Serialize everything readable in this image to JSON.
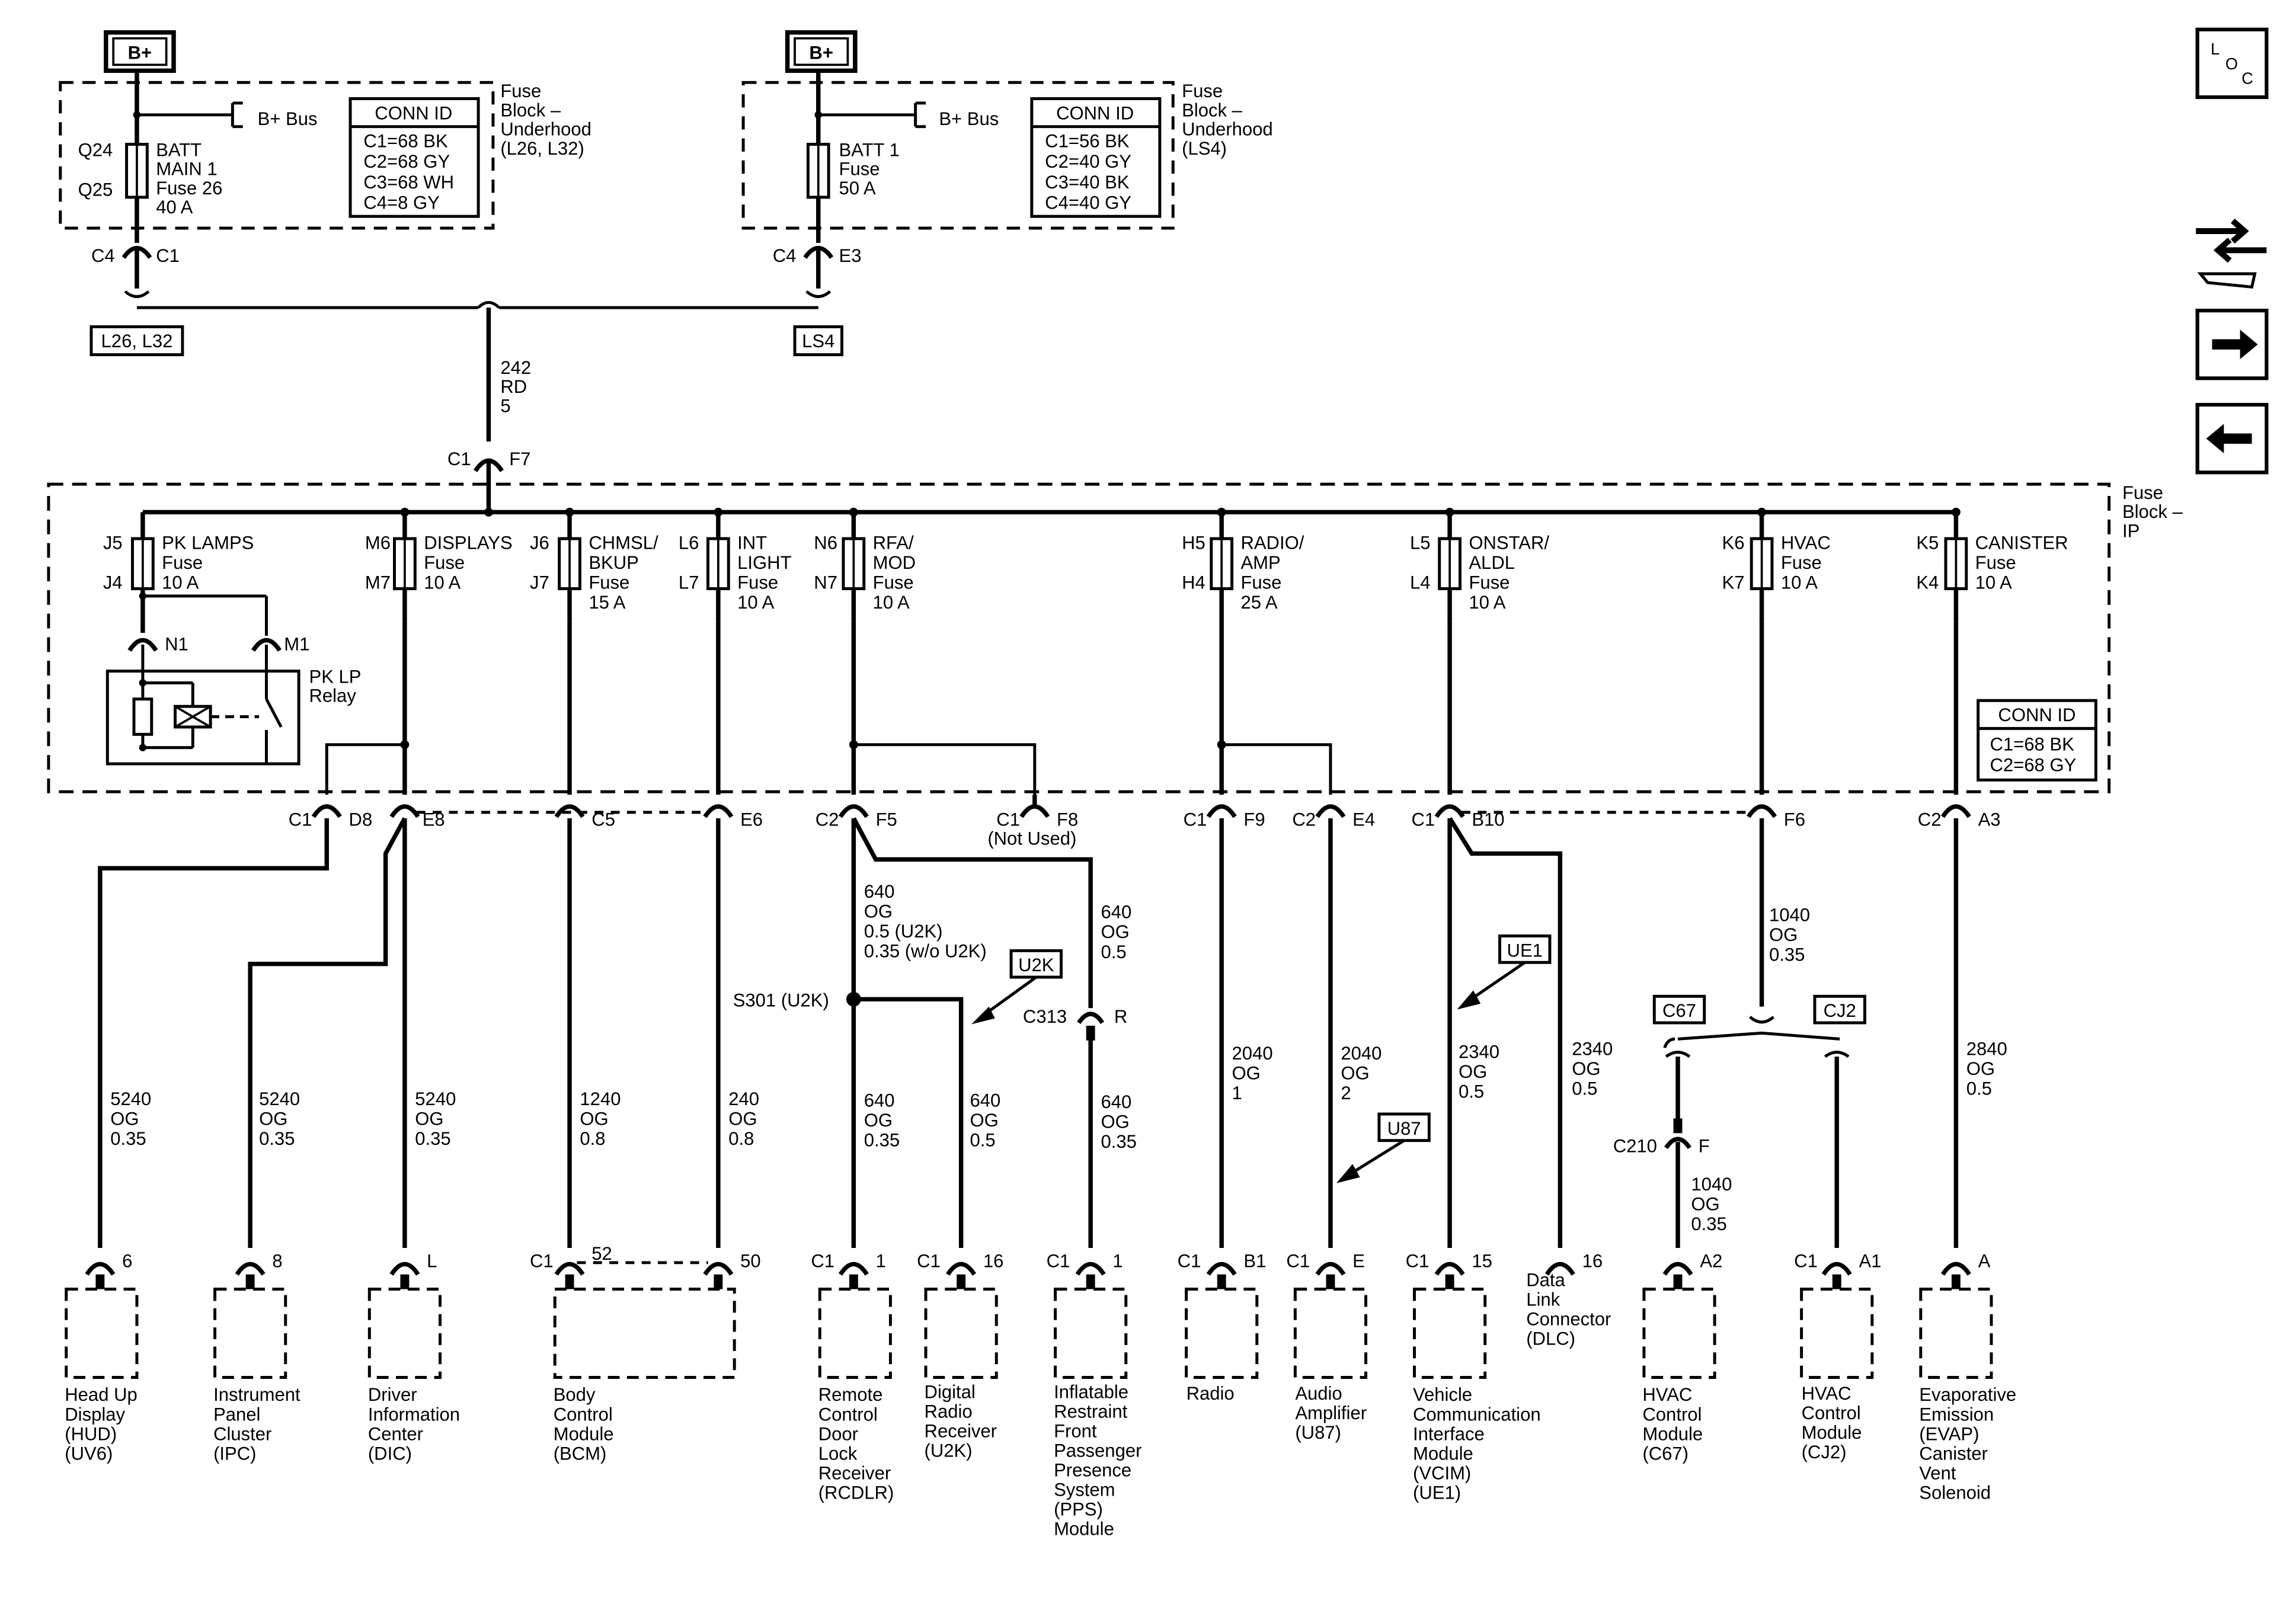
{
  "colors": {
    "ink": "#000000",
    "paper": "#ffffff"
  },
  "nav": {
    "loc_l": "L",
    "loc_o": "O",
    "loc_c": "C",
    "icons": [
      "loc-icon",
      "connector-swap-icon",
      "arrow-right-icon",
      "arrow-left-icon"
    ]
  },
  "top_left": {
    "bplus": "B+",
    "bus": "B+ Bus",
    "block": [
      "Fuse",
      "Block –",
      "Underhood",
      "(L26, L32)"
    ],
    "conn_title": "CONN ID",
    "conn": [
      "C1=68 BK",
      "C2=68 GY",
      "C3=68 WH",
      "C4=8 GY"
    ],
    "q_top": "Q24",
    "q_bot": "Q25",
    "fuse": [
      "BATT",
      "MAIN 1",
      "Fuse 26",
      "40 A"
    ],
    "c_left": "C4",
    "c_right": "C1",
    "option": "L26, L32"
  },
  "top_right": {
    "bplus": "B+",
    "bus": "B+ Bus",
    "block": [
      "Fuse",
      "Block –",
      "Underhood",
      "(LS4)"
    ],
    "conn_title": "CONN ID",
    "conn": [
      "C1=56 BK",
      "C2=40 GY",
      "C3=40 BK",
      "C4=40 GY"
    ],
    "fuse": [
      "BATT 1",
      "Fuse",
      "50 A"
    ],
    "c_left": "C4",
    "c_right": "E3",
    "option": "LS4"
  },
  "feed": {
    "wire": [
      "242",
      "RD",
      "5"
    ],
    "c_left": "C1",
    "c_right": "F7"
  },
  "ip_block": {
    "label": [
      "Fuse",
      "Block –",
      "IP"
    ],
    "conn_title": "CONN ID",
    "conn": [
      "C1=68 BK",
      "C2=68 GY"
    ],
    "relay": [
      "PK LP",
      "Relay"
    ],
    "relay_pins": [
      "N1",
      "M1"
    ]
  },
  "fuses": [
    {
      "top": "J5",
      "bot": "J4",
      "label": [
        "PK LAMPS",
        "Fuse",
        "10 A"
      ]
    },
    {
      "top": "M6",
      "bot": "M7",
      "label": [
        "DISPLAYS",
        "Fuse",
        "10 A"
      ]
    },
    {
      "top": "J6",
      "bot": "J7",
      "label": [
        "CHMSL/",
        "BKUP",
        "Fuse",
        "15 A"
      ]
    },
    {
      "top": "L6",
      "bot": "L7",
      "label": [
        "INT",
        "LIGHT",
        "Fuse",
        "10 A"
      ]
    },
    {
      "top": "N6",
      "bot": "N7",
      "label": [
        "RFA/",
        "MOD",
        "Fuse",
        "10 A"
      ]
    },
    {
      "top": "H5",
      "bot": "H4",
      "label": [
        "RADIO/",
        "AMP",
        "Fuse",
        "25 A"
      ]
    },
    {
      "top": "L5",
      "bot": "L4",
      "label": [
        "ONSTAR/",
        "ALDL",
        "Fuse",
        "10 A"
      ]
    },
    {
      "top": "K6",
      "bot": "K7",
      "label": [
        "HVAC",
        "Fuse",
        "10 A"
      ]
    },
    {
      "top": "K5",
      "bot": "K4",
      "label": [
        "CANISTER",
        "Fuse",
        "10 A"
      ]
    }
  ],
  "ip_pins": [
    {
      "conn": "C1",
      "pin": "D8"
    },
    {
      "conn": "",
      "pin": "E8"
    },
    {
      "conn": "",
      "pin": "C5"
    },
    {
      "conn": "",
      "pin": "E6"
    },
    {
      "conn": "C2",
      "pin": "F5"
    },
    {
      "conn": "C1",
      "pin": "F8",
      "note": "(Not Used)"
    },
    {
      "conn": "C1",
      "pin": "F9"
    },
    {
      "conn": "C2",
      "pin": "E4"
    },
    {
      "conn": "C1",
      "pin": "B10"
    },
    {
      "conn": "",
      "pin": "F6"
    },
    {
      "conn": "C2",
      "pin": "A3"
    }
  ],
  "wires": [
    {
      "id": "hud",
      "lines": [
        "5240",
        "OG",
        "0.35"
      ]
    },
    {
      "id": "ipc",
      "lines": [
        "5240",
        "OG",
        "0.35"
      ]
    },
    {
      "id": "dic",
      "lines": [
        "5240",
        "OG",
        "0.35"
      ]
    },
    {
      "id": "bcm52",
      "lines": [
        "1240",
        "OG",
        "0.8"
      ]
    },
    {
      "id": "bcm50",
      "lines": [
        "240",
        "OG",
        "0.8"
      ]
    },
    {
      "id": "rfa_upper",
      "lines": [
        "640",
        "OG",
        "0.5 (U2K)",
        "0.35 (w/o U2K)"
      ]
    },
    {
      "id": "rfa_c313",
      "lines": [
        "640",
        "OG",
        "0.5"
      ]
    },
    {
      "id": "rcdlr",
      "lines": [
        "640",
        "OG",
        "0.35"
      ]
    },
    {
      "id": "u2k",
      "lines": [
        "640",
        "OG",
        "0.5"
      ]
    },
    {
      "id": "pps",
      "lines": [
        "640",
        "OG",
        "0.35"
      ]
    },
    {
      "id": "radio",
      "lines": [
        "2040",
        "OG",
        "1"
      ]
    },
    {
      "id": "amp",
      "lines": [
        "2040",
        "OG",
        "2"
      ]
    },
    {
      "id": "vcim",
      "lines": [
        "2340",
        "OG",
        "0.5"
      ]
    },
    {
      "id": "dlc",
      "lines": [
        "2340",
        "OG",
        "0.5"
      ]
    },
    {
      "id": "hvac_upper",
      "lines": [
        "1040",
        "OG",
        "0.35"
      ]
    },
    {
      "id": "hvac_c67",
      "lines": [
        "1040",
        "OG",
        "0.35"
      ]
    },
    {
      "id": "evap",
      "lines": [
        "2840",
        "OG",
        "0.5"
      ]
    }
  ],
  "splice": {
    "label": "S301 (U2K)",
    "option": "U2K"
  },
  "inline_connectors": [
    {
      "conn": "C313",
      "pin": "R"
    },
    {
      "conn": "C210",
      "pin": "F"
    }
  ],
  "options": {
    "ue1": "UE1",
    "u87": "U87",
    "c67": "C67",
    "cj2": "CJ2"
  },
  "components": [
    {
      "conn": "",
      "pin": "6",
      "name": [
        "Head Up",
        "Display",
        "(HUD)",
        "(UV6)"
      ]
    },
    {
      "conn": "",
      "pin": "8",
      "name": [
        "Instrument",
        "Panel",
        "Cluster",
        "(IPC)"
      ]
    },
    {
      "conn": "",
      "pin": "L",
      "name": [
        "Driver",
        "Information",
        "Center",
        "(DIC)"
      ]
    },
    {
      "conn": "C1",
      "pin": "52",
      "pin2": "50",
      "name": [
        "Body",
        "Control",
        "Module",
        "(BCM)"
      ]
    },
    {
      "conn": "C1",
      "pin": "1",
      "name": [
        "Remote",
        "Control",
        "Door",
        "Lock",
        "Receiver",
        "(RCDLR)"
      ]
    },
    {
      "conn": "C1",
      "pin": "16",
      "name": [
        "Digital",
        "Radio",
        "Receiver",
        "(U2K)"
      ]
    },
    {
      "conn": "C1",
      "pin": "1",
      "name": [
        "Inflatable",
        "Restraint",
        "Front",
        "Passenger",
        "Presence",
        "System",
        "(PPS)",
        "Module"
      ]
    },
    {
      "conn": "C1",
      "pin": "B1",
      "name": [
        "Radio"
      ]
    },
    {
      "conn": "C1",
      "pin": "E",
      "name": [
        "Audio",
        "Amplifier",
        "(U87)"
      ]
    },
    {
      "conn": "C1",
      "pin": "15",
      "name": [
        "Vehicle",
        "Communication",
        "Interface",
        "Module",
        "(VCIM)",
        "(UE1)"
      ]
    },
    {
      "conn": "",
      "pin": "16",
      "name": [
        "Data",
        "Link",
        "Connector",
        "(DLC)"
      ]
    },
    {
      "conn": "",
      "pin": "A2",
      "name": [
        "HVAC",
        "Control",
        "Module",
        "(C67)"
      ]
    },
    {
      "conn": "C1",
      "pin": "A1",
      "name": [
        "HVAC",
        "Control",
        "Module",
        "(CJ2)"
      ]
    },
    {
      "conn": "",
      "pin": "A",
      "name": [
        "Evaporative",
        "Emission",
        "(EVAP)",
        "Canister",
        "Vent",
        "Solenoid"
      ]
    }
  ]
}
